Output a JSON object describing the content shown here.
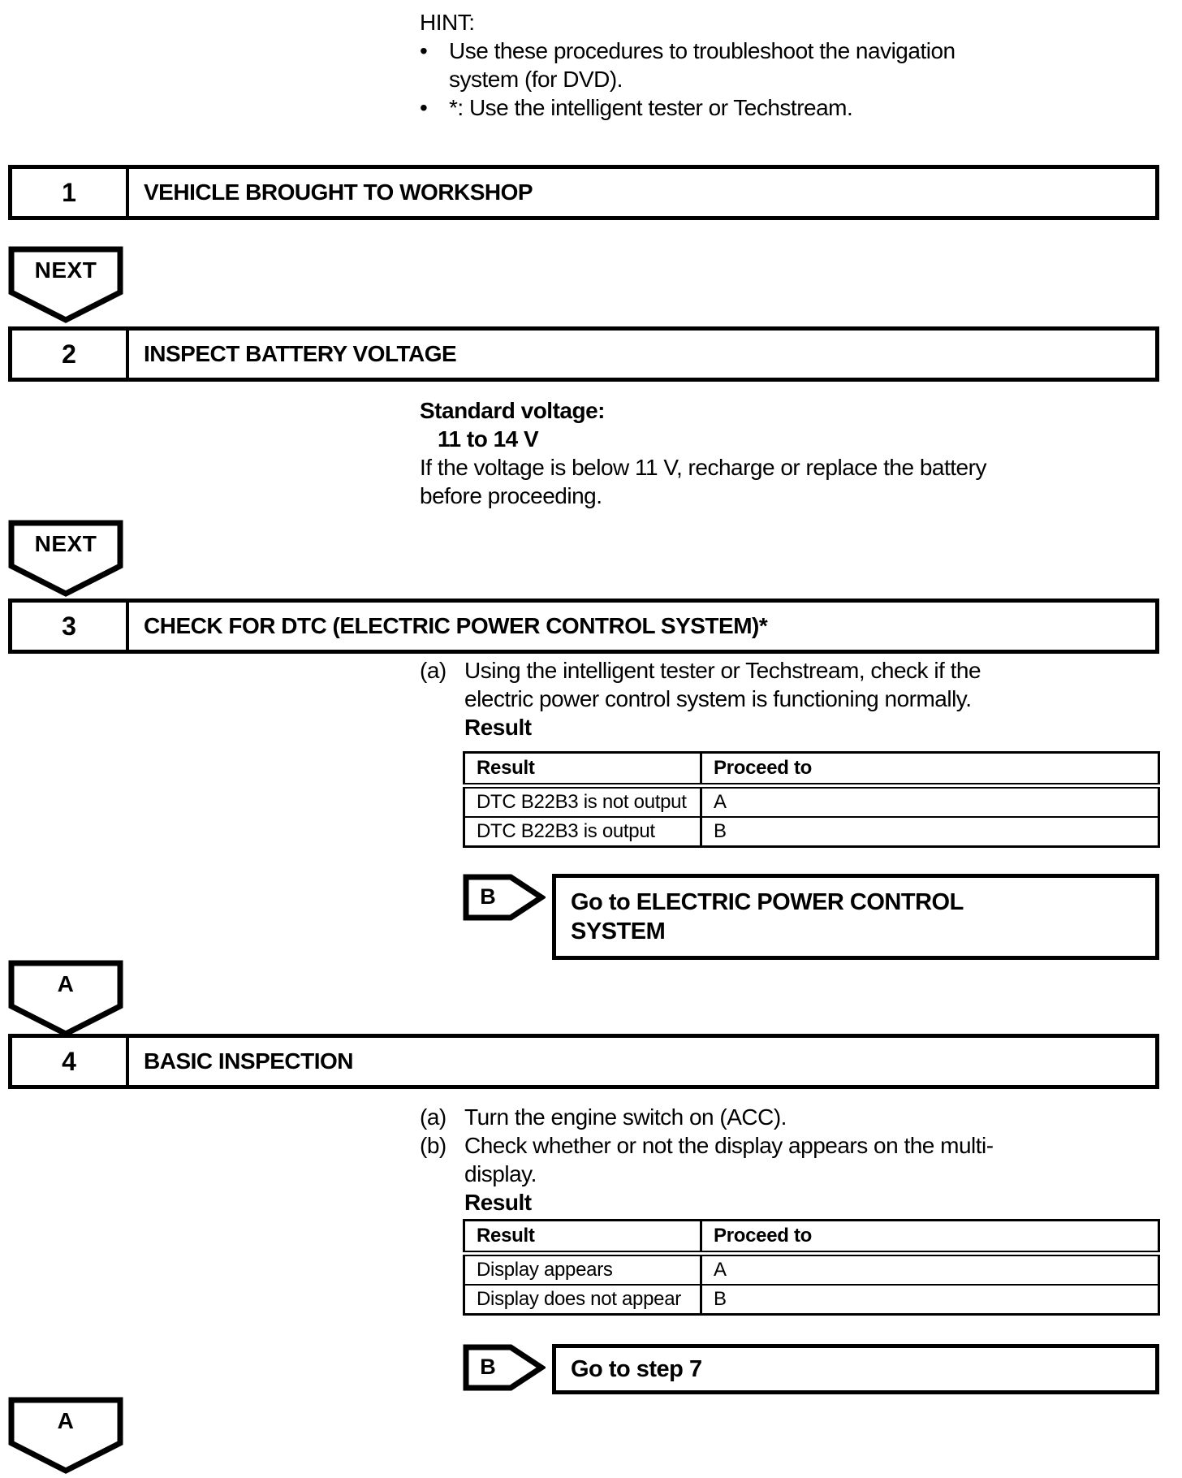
{
  "hint": {
    "label": "HINT:",
    "bullet": "•",
    "item1_line1": "Use these procedures to troubleshoot the navigation",
    "item1_line2": "system (for DVD).",
    "item2": "*: Use the intelligent tester or Techstream."
  },
  "banners": {
    "next1": "NEXT",
    "next2": "NEXT",
    "a1": "A",
    "a2": "A"
  },
  "steps": {
    "s1": {
      "num": "1",
      "title": "VEHICLE BROUGHT TO WORKSHOP"
    },
    "s2": {
      "num": "2",
      "title": "INSPECT BATTERY VOLTAGE"
    },
    "s3": {
      "num": "3",
      "title": "CHECK FOR DTC (ELECTRIC POWER CONTROL SYSTEM)*"
    },
    "s4": {
      "num": "4",
      "title": "BASIC INSPECTION"
    }
  },
  "step2_detail": {
    "heading": "Standard voltage:",
    "value": "11 to 14 V",
    "note_line1": "If the voltage is below 11 V, recharge or replace the battery",
    "note_line2": "before proceeding."
  },
  "step3_detail": {
    "item_a_marker": "(a)",
    "item_a_line1": "Using the intelligent tester or Techstream, check if the",
    "item_a_line2": "electric power control system is functioning normally.",
    "result_label": "Result",
    "table": {
      "headers": [
        "Result",
        "Proceed to"
      ],
      "rows": [
        [
          "DTC B22B3 is not output",
          "A"
        ],
        [
          "DTC B22B3 is output",
          "B"
        ]
      ]
    },
    "branch_label": "B",
    "branch_line1": "Go to ELECTRIC POWER CONTROL",
    "branch_line2": "SYSTEM"
  },
  "step4_detail": {
    "item_a_marker": "(a)",
    "item_a_text": "Turn the engine switch on (ACC).",
    "item_b_marker": "(b)",
    "item_b_line1": "Check whether or not the display appears on the multi-",
    "item_b_line2": "display.",
    "result_label": "Result",
    "table": {
      "headers": [
        "Result",
        "Proceed to"
      ],
      "rows": [
        [
          "Display appears",
          "A"
        ],
        [
          "Display does not appear",
          "B"
        ]
      ]
    },
    "branch_label": "B",
    "branch_text": "Go to step 7"
  }
}
